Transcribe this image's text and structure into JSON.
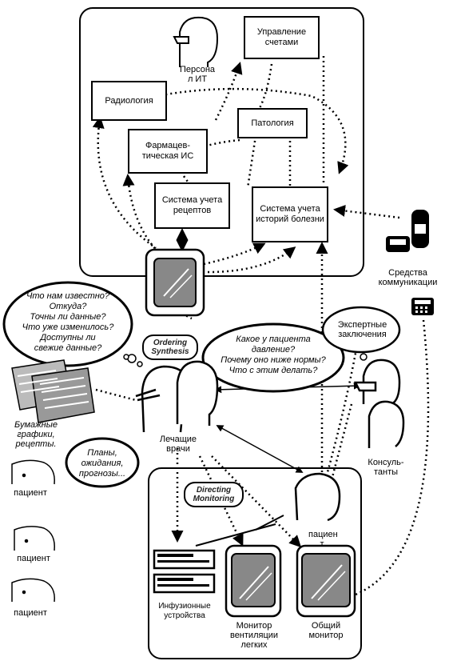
{
  "boxes": {
    "billing": "Управление счетами",
    "radiology": "Радиология",
    "pathology": "Патология",
    "pharmacy": "Фармацев-тическая ИС",
    "orders": "Система учета рецептов",
    "records": "Система учета историй болезни"
  },
  "labels": {
    "it_staff": "Персона л ИТ",
    "comm": "Средства коммуникации",
    "expert": "Экспертные заключения",
    "doctors": "Лечащие врачи",
    "paper": "Бумажные графики, рецепты.",
    "patient1": "пациент",
    "patient2": "пациент",
    "patient3": "пациент",
    "patient_main": "пациен т",
    "consultants": "Консуль-танты",
    "infusion": "Инфузионные устройства",
    "vent": "Монитор вентиляции легких",
    "general": "Общий монитор"
  },
  "bubbles": {
    "known": [
      "Что нам известно?",
      "Откуда?",
      "Точны ли данные?",
      "Что уже изменилось?",
      "Доступны ли",
      "свежие данные?"
    ],
    "pressure": [
      "Какое у пациента",
      "давление?",
      "Почему оно ниже нормы?",
      "Что с этим делать?"
    ],
    "plans": [
      "Планы,",
      "ожидания,",
      "прогнозы..."
    ]
  },
  "pills": {
    "ordering": [
      "Ordering",
      "Synthesis"
    ],
    "directing": [
      "Directing",
      "Monitoring"
    ]
  }
}
